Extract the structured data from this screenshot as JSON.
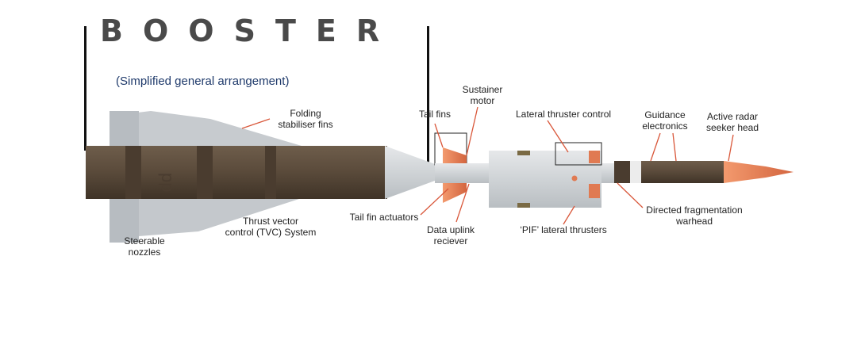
{
  "title": "BOOSTER",
  "subtitle": "(Simplified general arrangement)",
  "colors": {
    "booster_body": "#5e4e3e",
    "booster_fins": "#c9cdd1",
    "sustainer_body": "#d3d6d9",
    "copper_accent": "#e07a52",
    "leader_line": "#d9573a",
    "label_text": "#222222",
    "subtitle_text": "#1f3a6b"
  },
  "labels": {
    "folding_fins": "Folding\nstabiliser fins",
    "steerable_nozzles": "Steerable\nnozzles",
    "tvc_system": "Thrust vector\ncontrol (TVC) System",
    "tail_fin_actuators": "Tail fin actuators",
    "tail_fins": "Tail fins",
    "sustainer_motor": "Sustainer\nmotor",
    "data_uplink": "Data uplink\nreciever",
    "lateral_thruster_control": "Lateral thruster control",
    "pif_thrusters": "‘PIF’ lateral thrusters",
    "guidance_electronics": "Guidance\nelectronics",
    "directed_warhead": "Directed fragmentation\nwarhead",
    "active_radar": "Active radar\nseeker head"
  },
  "body_marking": "pp"
}
